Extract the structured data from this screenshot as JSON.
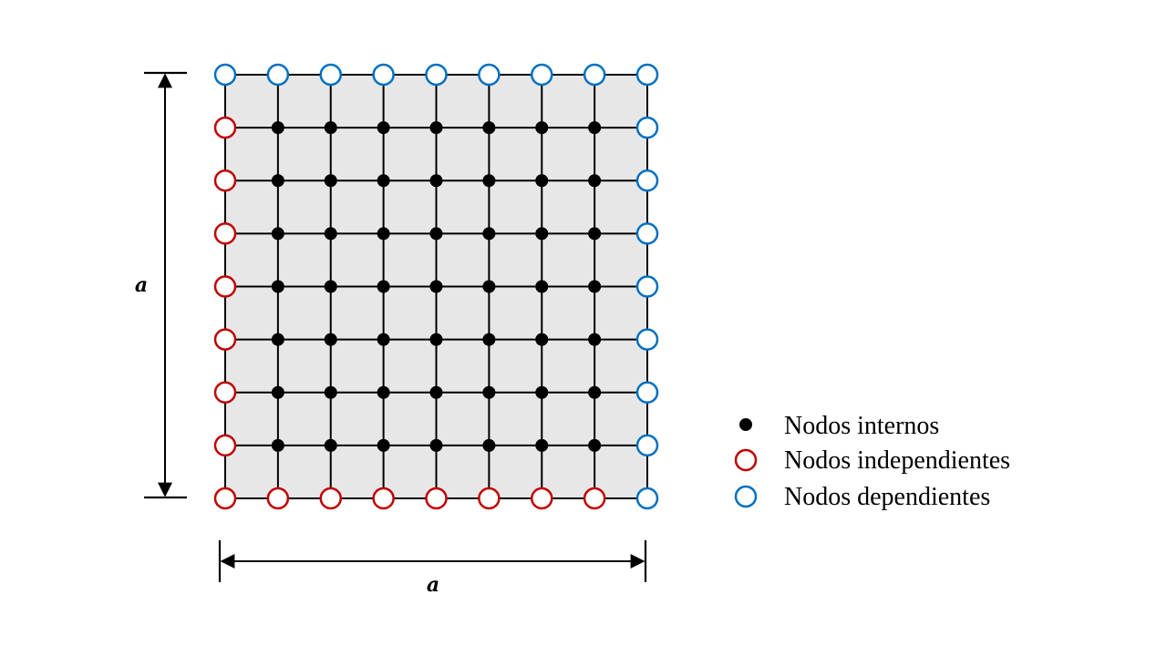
{
  "diagram": {
    "grid_size": 9,
    "dimension_labels": {
      "vertical": "a",
      "horizontal": "a"
    },
    "node_types": {
      "internal": {
        "label": "Nodos internos",
        "color": "#000000"
      },
      "independent": {
        "label": "Nodos independientes",
        "color": "#c00000"
      },
      "dependent": {
        "label": "Nodos dependientes",
        "color": "#0070c0"
      }
    },
    "colors": {
      "plate_fill": "#e7e7e7",
      "grid_line": "#000000"
    }
  }
}
